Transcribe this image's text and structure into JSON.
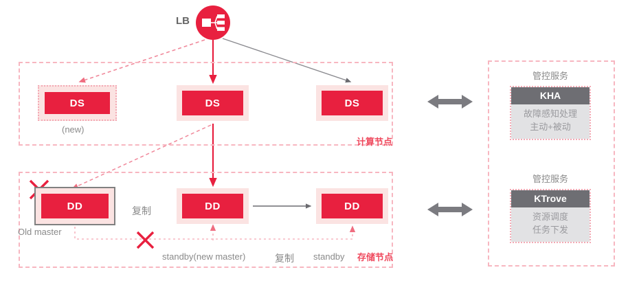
{
  "diagram": {
    "lb": {
      "label": "LB",
      "icon": "load-balancer-icon",
      "color": "#e8203f"
    },
    "zones": {
      "compute": {
        "label": "计算节点"
      },
      "storage": {
        "label": "存储节点"
      }
    },
    "compute_nodes": [
      {
        "id": "ds-new",
        "label": "DS",
        "caption": "(new)",
        "state": "new"
      },
      {
        "id": "ds-main",
        "label": "DS",
        "caption": "",
        "state": "active"
      },
      {
        "id": "ds-right",
        "label": "DS",
        "caption": "",
        "state": "active"
      }
    ],
    "storage_nodes": [
      {
        "id": "dd-old",
        "label": "DD",
        "caption": "Old master",
        "state": "failed"
      },
      {
        "id": "dd-main",
        "label": "DD",
        "caption": "standby(new master)",
        "state": "new-master"
      },
      {
        "id": "dd-right",
        "label": "DD",
        "caption": "standby",
        "state": "standby"
      }
    ],
    "edge_labels": {
      "replicate_1": "复制",
      "replicate_2": "复制"
    },
    "failure_markers": [
      {
        "name": "x-mark-old-master"
      },
      {
        "name": "x-mark-broken-replication"
      }
    ],
    "link_arrows": [
      {
        "name": "compute-to-kha-arrow"
      },
      {
        "name": "storage-to-ktrove-arrow"
      }
    ],
    "services": [
      {
        "id": "kha",
        "title": "管控服务",
        "name": "KHA",
        "lines": [
          "故障感知处理",
          "主动+被动"
        ]
      },
      {
        "id": "ktrove",
        "title": "管控服务",
        "name": "KTrove",
        "lines": [
          "资源调度",
          "任务下发"
        ]
      }
    ],
    "colors": {
      "accent_red": "#e8203f",
      "pale_pink": "#fbe3e2",
      "dashed_pink": "#f7b6c0",
      "gray": "#6e6e73",
      "gray_text": "#8a8a8a"
    }
  }
}
